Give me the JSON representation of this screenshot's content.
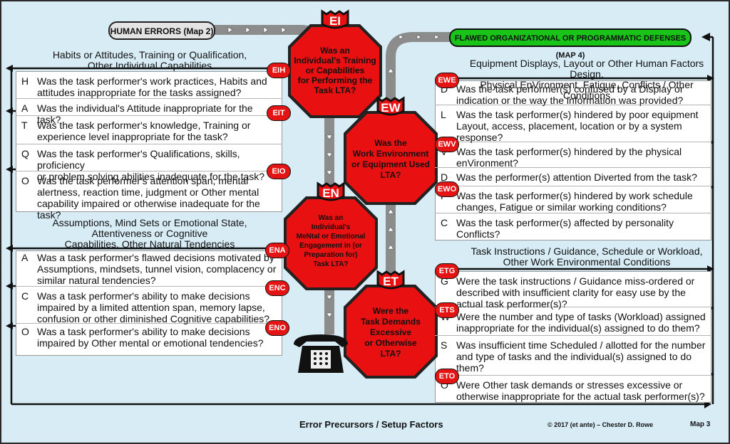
{
  "top_left_label": "HUMAN ERRORS (Map 2)",
  "top_right_label": "FLAWED ORGANIZATIONAL OR PROGRAMMATIC DEFENSES (MAP 4)",
  "footer": {
    "center": "Error Precursors / Setup Factors",
    "copyright": "© 2017 (et ante) – Chester D. Rowe",
    "map": "Map 3"
  },
  "colors": {
    "stop_red": "#e81010",
    "chip_red": "#e51414",
    "green": "#19c419",
    "background": "#d7ecf5"
  },
  "octagons": {
    "ei": {
      "badge": "EI",
      "lines": [
        "Was an",
        "Individual's Training",
        "or Capabilities",
        "for Performing the",
        "Task LTA?"
      ]
    },
    "ew": {
      "badge": "EW",
      "lines": [
        "Was the",
        "Work Environment",
        "or Equipment Used",
        "LTA?"
      ]
    },
    "en": {
      "badge": "EN",
      "lines": [
        "Was an",
        "Individual's",
        "MeNtal or Emotional",
        "Engagement in (or",
        "Preparation for)",
        "Task LTA?"
      ]
    },
    "et": {
      "badge": "ET",
      "lines": [
        "Were the",
        "Task Demands",
        "Excessive",
        "or Otherwise",
        "LTA?"
      ]
    }
  },
  "phone_icon": "telephone-icon",
  "left_top": {
    "header": [
      "Habits or Attitudes, Training or Qualification,",
      "Other Individual Capabilities"
    ],
    "rows": [
      {
        "letter": "H",
        "text": [
          "Was the task performer's work practices, Habits and",
          "attitudes inappropriate for the tasks assigned?"
        ]
      },
      {
        "letter": "A",
        "text": [
          "Was the individual's Attitude inappropriate for the task?"
        ]
      },
      {
        "letter": "T",
        "text": [
          "Was the task performer's knowledge, Training or",
          "experience level inappropriate for the task?"
        ]
      },
      {
        "letter": "Q",
        "text": [
          "Was the task performer's Qualifications, skills, proficiency",
          "or problem solving abilities inadequate for the task?"
        ]
      },
      {
        "letter": "O",
        "text": [
          "Was the task performer's attention span, mental",
          "alertness, reaction time, judgment or Other mental",
          "capability impaired or otherwise inadequate for the task?"
        ]
      }
    ],
    "chips": [
      "EIH",
      "EIT",
      "EIO"
    ]
  },
  "left_bottom": {
    "header": [
      "Assumptions, Mind Sets or Emotional State,",
      "Attentiveness or Cognitive",
      "Capabilities, Other Natural Tendencies"
    ],
    "rows": [
      {
        "letter": "A",
        "text": [
          "Was a task performer's flawed decisions motivated by",
          "Assumptions, mindsets, tunnel vision, complacency or",
          "similar natural tendencies?"
        ]
      },
      {
        "letter": "C",
        "text": [
          "Was a task performer's ability to make decisions",
          "impaired by a limited attention span, memory lapse,",
          "confusion or other diminished Cognitive capabilities?"
        ]
      },
      {
        "letter": "O",
        "text": [
          "Was a task performer's ability to make decisions",
          "impaired by Other mental or emotional tendencies?"
        ]
      }
    ],
    "chips": [
      "ENA",
      "ENC",
      "ENO"
    ]
  },
  "right_top": {
    "header": [
      "Equipment Displays, Layout or Other Human Factors Design,",
      "Physical EnVironment, Fatigue, Conflicts / Other Conditions"
    ],
    "rows": [
      {
        "letter": "D",
        "text": [
          "Was the task performer(s) confused by a Display or",
          "indication or the way the information was provided?"
        ]
      },
      {
        "letter": "L",
        "text": [
          "Was the task performer(s) hindered by poor equipment",
          "Layout, access, placement, location or by a system",
          "response?"
        ]
      },
      {
        "letter": "V",
        "text": [
          "Was the task performer(s) hindered by the physical",
          "enVironment?"
        ]
      },
      {
        "letter": "D",
        "text": [
          "Was the performer(s) attention Diverted from the task?"
        ]
      },
      {
        "letter": "F",
        "text": [
          "Was the task performer(s) hindered by work schedule",
          "changes, Fatigue or similar working conditions?"
        ]
      },
      {
        "letter": "C",
        "text": [
          "Was the task performer(s) affected by personality",
          "Conflicts?"
        ]
      }
    ],
    "chips": [
      "EWE",
      "EWV",
      "EWO"
    ]
  },
  "right_bottom": {
    "header": [
      "Task Instructions / Guidance, Schedule or Workload,",
      "Other Work Environmental Conditions"
    ],
    "rows": [
      {
        "letter": "G",
        "text": [
          "Were the task instructions / Guidance miss-ordered or",
          "described with insufficient clarity for easy use by the",
          "actual task performer(s)?"
        ]
      },
      {
        "letter": "W",
        "text": [
          "Were the number and type of tasks (Workload) assigned",
          "inappropriate for the individual(s) assigned to do them?"
        ]
      },
      {
        "letter": "S",
        "text": [
          "Was insufficient time Scheduled / allotted for the number",
          "and type of tasks and the individual(s) assigned to do",
          "them?"
        ]
      },
      {
        "letter": "O",
        "text": [
          "Were Other task demands or stresses excessive or",
          "otherwise inappropriate for the actual task performer(s)?"
        ]
      }
    ],
    "chips": [
      "ETG",
      "ETS",
      "ETO"
    ]
  }
}
